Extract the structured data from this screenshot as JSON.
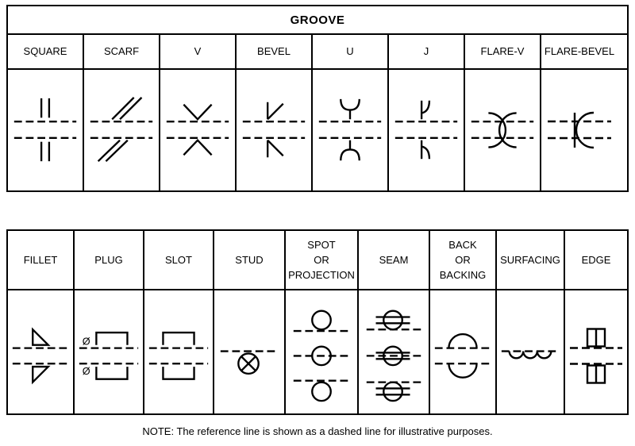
{
  "groove": {
    "title": "GROOVE",
    "columns": [
      {
        "key": "square",
        "label": "SQUARE",
        "icon": "square-groove-symbol-icon"
      },
      {
        "key": "scarf",
        "label": "SCARF",
        "icon": "scarf-groove-symbol-icon"
      },
      {
        "key": "v",
        "label": "V",
        "icon": "v-groove-symbol-icon"
      },
      {
        "key": "bevel",
        "label": "BEVEL",
        "icon": "bevel-groove-symbol-icon"
      },
      {
        "key": "u",
        "label": "U",
        "icon": "u-groove-symbol-icon"
      },
      {
        "key": "j",
        "label": "J",
        "icon": "j-groove-symbol-icon"
      },
      {
        "key": "flare-v",
        "label": "FLARE-V",
        "icon": "flare-v-groove-symbol-icon"
      },
      {
        "key": "flare-bevel",
        "label": "FLARE-BEVEL",
        "icon": "flare-bevel-groove-symbol-icon"
      }
    ]
  },
  "other_welds": {
    "columns": [
      {
        "key": "fillet",
        "label": "FILLET",
        "icon": "fillet-weld-symbol-icon"
      },
      {
        "key": "plug",
        "label": "PLUG",
        "icon": "plug-weld-symbol-icon"
      },
      {
        "key": "slot",
        "label": "SLOT",
        "icon": "slot-weld-symbol-icon"
      },
      {
        "key": "stud",
        "label": "STUD",
        "icon": "stud-weld-symbol-icon"
      },
      {
        "key": "spot",
        "label": "SPOT\nOR\nPROJECTION",
        "icon": "spot-projection-weld-symbol-icon"
      },
      {
        "key": "seam",
        "label": "SEAM",
        "icon": "seam-weld-symbol-icon"
      },
      {
        "key": "back",
        "label": "BACK\nOR\nBACKING",
        "icon": "back-backing-weld-symbol-icon"
      },
      {
        "key": "surfacing",
        "label": "SURFACING",
        "icon": "surfacing-weld-symbol-icon"
      },
      {
        "key": "edge",
        "label": "EDGE",
        "icon": "edge-weld-symbol-icon"
      }
    ],
    "plug_diameter_symbol": "Ø"
  },
  "note": "NOTE: The reference line is shown as a dashed line for illustrative purposes."
}
